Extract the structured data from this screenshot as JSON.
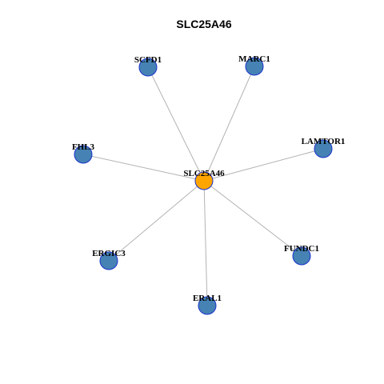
{
  "title": "SLC25A46",
  "colors": {
    "center_fill": "#ffa500",
    "leaf_fill": "#4682b4",
    "node_stroke": "#1a33cc",
    "edge": "#b3b3b3"
  },
  "network": {
    "center": {
      "id": "SLC25A46"
    },
    "neighbors": [
      {
        "id": "SCFD1"
      },
      {
        "id": "MARC1"
      },
      {
        "id": "LAMTOR1"
      },
      {
        "id": "FUNDC1"
      },
      {
        "id": "ERAL1"
      },
      {
        "id": "ERGIC3"
      },
      {
        "id": "FHL3"
      }
    ]
  }
}
